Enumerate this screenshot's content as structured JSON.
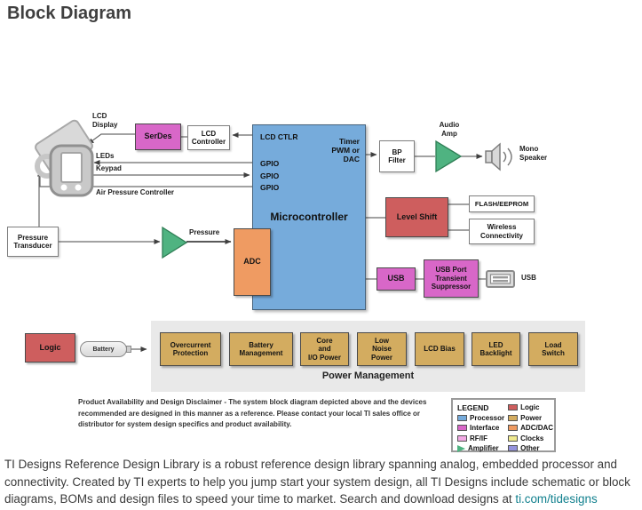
{
  "page": {
    "title": "Block Diagram"
  },
  "colors": {
    "processor": "#76ABDB",
    "interface": "#D867C8",
    "rf_if": "#F2A9E4",
    "amplifier": "#4FB381",
    "logic": "#CE5E5E",
    "power": "#D3AC60",
    "adc_dac": "#EF9B62",
    "clocks": "#EFE98F",
    "other": "#9593DD",
    "power_container": "#E9E9E9",
    "link": "#11808E"
  },
  "blocks": {
    "serdes": "SerDes",
    "lcd_controller": "LCD\nController",
    "bp_filter": "BP\nFilter",
    "level_shift": "Level Shift",
    "flash": "FLASH/EEPROM",
    "wireless": "Wireless\nConnectivity",
    "usb": "USB",
    "usb_suppressor": "USB Port\nTransient\nSuppressor",
    "pressure_transducer": "Pressure\nTransducer",
    "adc": "ADC",
    "logic": "Logic"
  },
  "mcu": {
    "name": "Microcontroller",
    "lcd_ctlr": "LCD CTLR",
    "timer": "Timer\nPWM or\nDAC",
    "gpio": "GPIO"
  },
  "labels": {
    "lcd_display": "LCD\nDisplay",
    "leds": "LEDs",
    "keypad": "Keypad",
    "air_pressure": "Air Pressure Controller",
    "pressure": "Pressure",
    "audio_amp": "Audio\nAmp",
    "mono_speaker": "Mono\nSpeaker",
    "usb_port": "USB",
    "battery": "Battery"
  },
  "power": {
    "title": "Power Management",
    "boxes": [
      "Overcurrent\nProtection",
      "Battery\nManagement",
      "Core\nand\nI/O Power",
      "Low\nNoise\nPower",
      "LCD Bias",
      "LED\nBacklight",
      "Load\nSwitch"
    ]
  },
  "disclaimer": "Product Availability and Design Disclaimer - The system block diagram depicted above and the devices\nrecommended are designed in this manner as a reference. Please contact your local TI sales office or\ndistributor for system design specifics and product availability.",
  "legend": {
    "title": "LEGEND",
    "left": [
      {
        "label": "Processor",
        "color": "#76ABDB"
      },
      {
        "label": "Interface",
        "color": "#D867C8"
      },
      {
        "label": "RF/IF",
        "color": "#F2A9E4"
      },
      {
        "label": "Amplifier",
        "color": "#4FB381",
        "shape": "triangle"
      }
    ],
    "right": [
      {
        "label": "Logic",
        "color": "#CE5E5E"
      },
      {
        "label": "Power",
        "color": "#D3AC60"
      },
      {
        "label": "ADC/DAC",
        "color": "#EF9B62"
      },
      {
        "label": "Clocks",
        "color": "#EFE98F"
      },
      {
        "label": "Other",
        "color": "#9593DD"
      }
    ]
  },
  "footer": {
    "text": "TI Designs Reference Design Library is a robust reference design library spanning analog, embedded processor and connectivity. Created by TI experts to help you jump start your system design, all TI Designs include schematic or block diagrams, BOMs and design files to speed your time to market. Search and download designs at ",
    "link": "ti.com/tidesigns"
  }
}
